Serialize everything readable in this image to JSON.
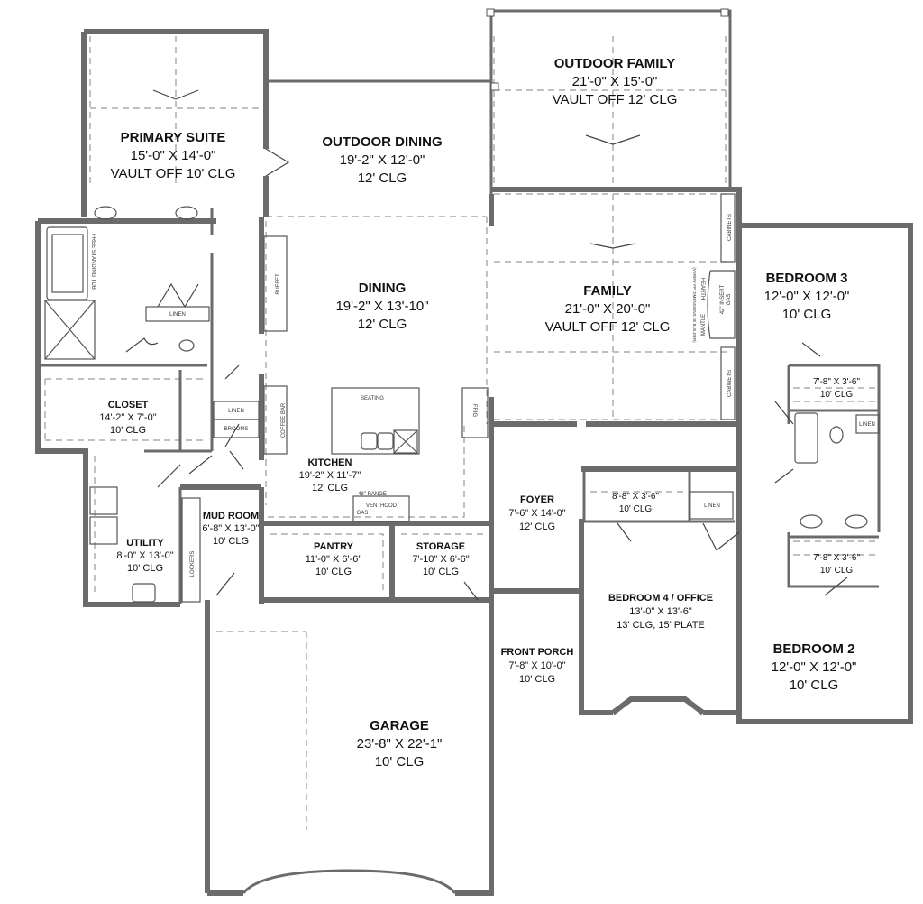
{
  "rooms": {
    "primary_suite": {
      "name": "PRIMARY SUITE",
      "size": "15'-0\" X 14'-0\"",
      "ceiling": "VAULT OFF 10' CLG"
    },
    "outdoor_dining": {
      "name": "OUTDOOR DINING",
      "size": "19'-2\" X 12'-0\"",
      "ceiling": "12' CLG"
    },
    "outdoor_family": {
      "name": "OUTDOOR FAMILY",
      "size": "21'-0\" X 15'-0\"",
      "ceiling": "VAULT OFF 12' CLG"
    },
    "dining": {
      "name": "DINING",
      "size": "19'-2\" X 13'-10\"",
      "ceiling": "12' CLG"
    },
    "family": {
      "name": "FAMILY",
      "size": "21'-0\" X 20'-0\"",
      "ceiling": "VAULT OFF 12' CLG"
    },
    "bedroom3": {
      "name": "BEDROOM 3",
      "size": "12'-0\" X 12'-0\"",
      "ceiling": "10' CLG"
    },
    "closet": {
      "name": "CLOSET",
      "size": "14'-2\" X 7'-0\"",
      "ceiling": "10' CLG"
    },
    "kitchen": {
      "name": "KITCHEN",
      "size": "19'-2\" X 11'-7\"",
      "ceiling": "12' CLG"
    },
    "utility": {
      "name": "UTILITY",
      "size": "8'-0\" X 13'-0\"",
      "ceiling": "10' CLG"
    },
    "mud_room": {
      "name": "MUD ROOM",
      "size": "6'-8\" X 13'-0\"",
      "ceiling": "10' CLG"
    },
    "pantry": {
      "name": "PANTRY",
      "size": "11'-0\" X 6'-6\"",
      "ceiling": "10' CLG"
    },
    "storage": {
      "name": "STORAGE",
      "size": "7'-10\" X 6'-6\"",
      "ceiling": "10' CLG"
    },
    "foyer": {
      "name": "FOYER",
      "size": "7'-6\" X 14'-0\"",
      "ceiling": "12' CLG"
    },
    "front_porch": {
      "name": "FRONT PORCH",
      "size": "7'-8\" X 10'-0\"",
      "ceiling": "10' CLG"
    },
    "bedroom4": {
      "name": "BEDROOM 4 / OFFICE",
      "size": "13'-0\" X 13'-6\"",
      "ceiling": "13' CLG, 15' PLATE"
    },
    "bedroom2": {
      "name": "BEDROOM 2",
      "size": "12'-0\" X 12'-0\"",
      "ceiling": "10' CLG"
    },
    "garage": {
      "name": "GARAGE",
      "size": "23'-8\" X 22'-1\"",
      "ceiling": "10' CLG"
    },
    "closet_8_8": {
      "size": "8'-8\" X 3'-6\"",
      "ceiling": "10' CLG"
    },
    "closet_b3": {
      "size": "7'-8\" X 3'-6\"",
      "ceiling": "10' CLG"
    },
    "closet_b2": {
      "size": "7'-8\" X 3'-6\"",
      "ceiling": "10' CLG"
    }
  },
  "fixtures": {
    "tub": "FREE STANDING TUB",
    "linen": "LINEN",
    "brooms": "BROOMS",
    "buffet": "BUFFET",
    "coffee_bar": "COFFEE BAR",
    "seating": "SEATING",
    "range": "48\" RANGE",
    "venthood": "VENTHOOD",
    "gas": "GAS",
    "frig": "FRIG",
    "lockers": "LOCKERS",
    "cabinets": "CABINETS",
    "hearth": "HEARTH",
    "mantle": "MANTLE",
    "insert": "42\" INSERT",
    "insert_gas": "GAS",
    "fireplace_note": "(VERIFY FP DIMENSIONS W/ BUILDER)"
  }
}
